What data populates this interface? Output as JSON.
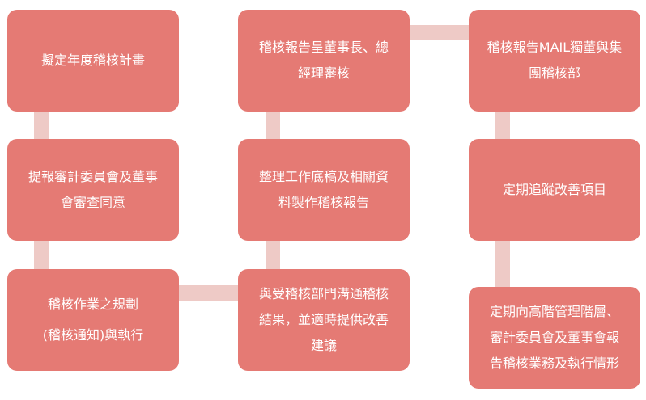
{
  "colors": {
    "box": "#E57A74",
    "connector": "#EECAC6"
  },
  "steps": [
    {
      "lines": [
        "擬定年度稽核計畫"
      ]
    },
    {
      "lines": [
        "提報審計委員會及董事",
        "會審查同意"
      ]
    },
    {
      "lines": [
        "稽核作業之規劃",
        "(稽核通知)與執行"
      ]
    },
    {
      "lines": [
        "與受稽核部門溝通稽核",
        "結果，並適時提供改善",
        "建議"
      ]
    },
    {
      "lines": [
        "整理工作底稿及相關資",
        "料製作稽核報告"
      ]
    },
    {
      "lines": [
        "稽核報告呈董事長、總",
        "經理審核"
      ]
    },
    {
      "lines": [
        "稽核報告MAIL獨董與集",
        "團稽核部"
      ]
    },
    {
      "lines": [
        "定期追蹤改善項目"
      ]
    },
    {
      "lines": [
        "定期向高階管理階層、",
        "審計委員會及董事會報",
        "告稽核業務及執行情形"
      ]
    }
  ]
}
